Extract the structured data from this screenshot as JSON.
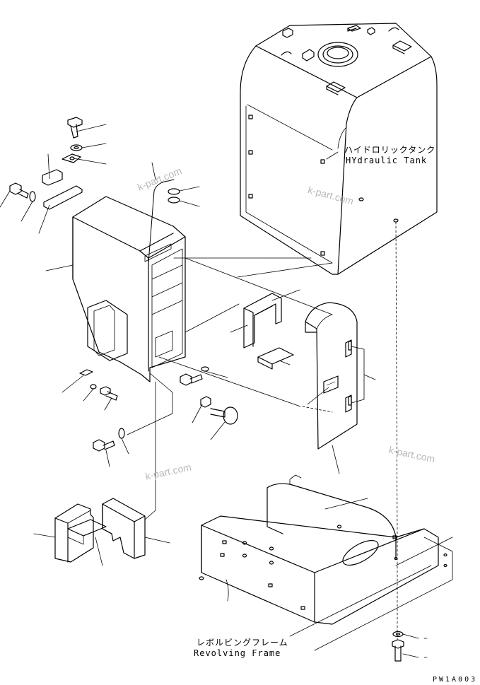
{
  "labels": {
    "tank_jp": "ハイドロリックタンク",
    "tank_en": "HYdraulic Tank",
    "frame_jp": "レボルビングフレーム",
    "frame_en": "Revolving Frame"
  },
  "drawing_code": "PW1A003",
  "watermark": "k-part.com",
  "colors": {
    "line": "#000000",
    "watermark": "#b8b8b8",
    "background": "#ffffff"
  }
}
